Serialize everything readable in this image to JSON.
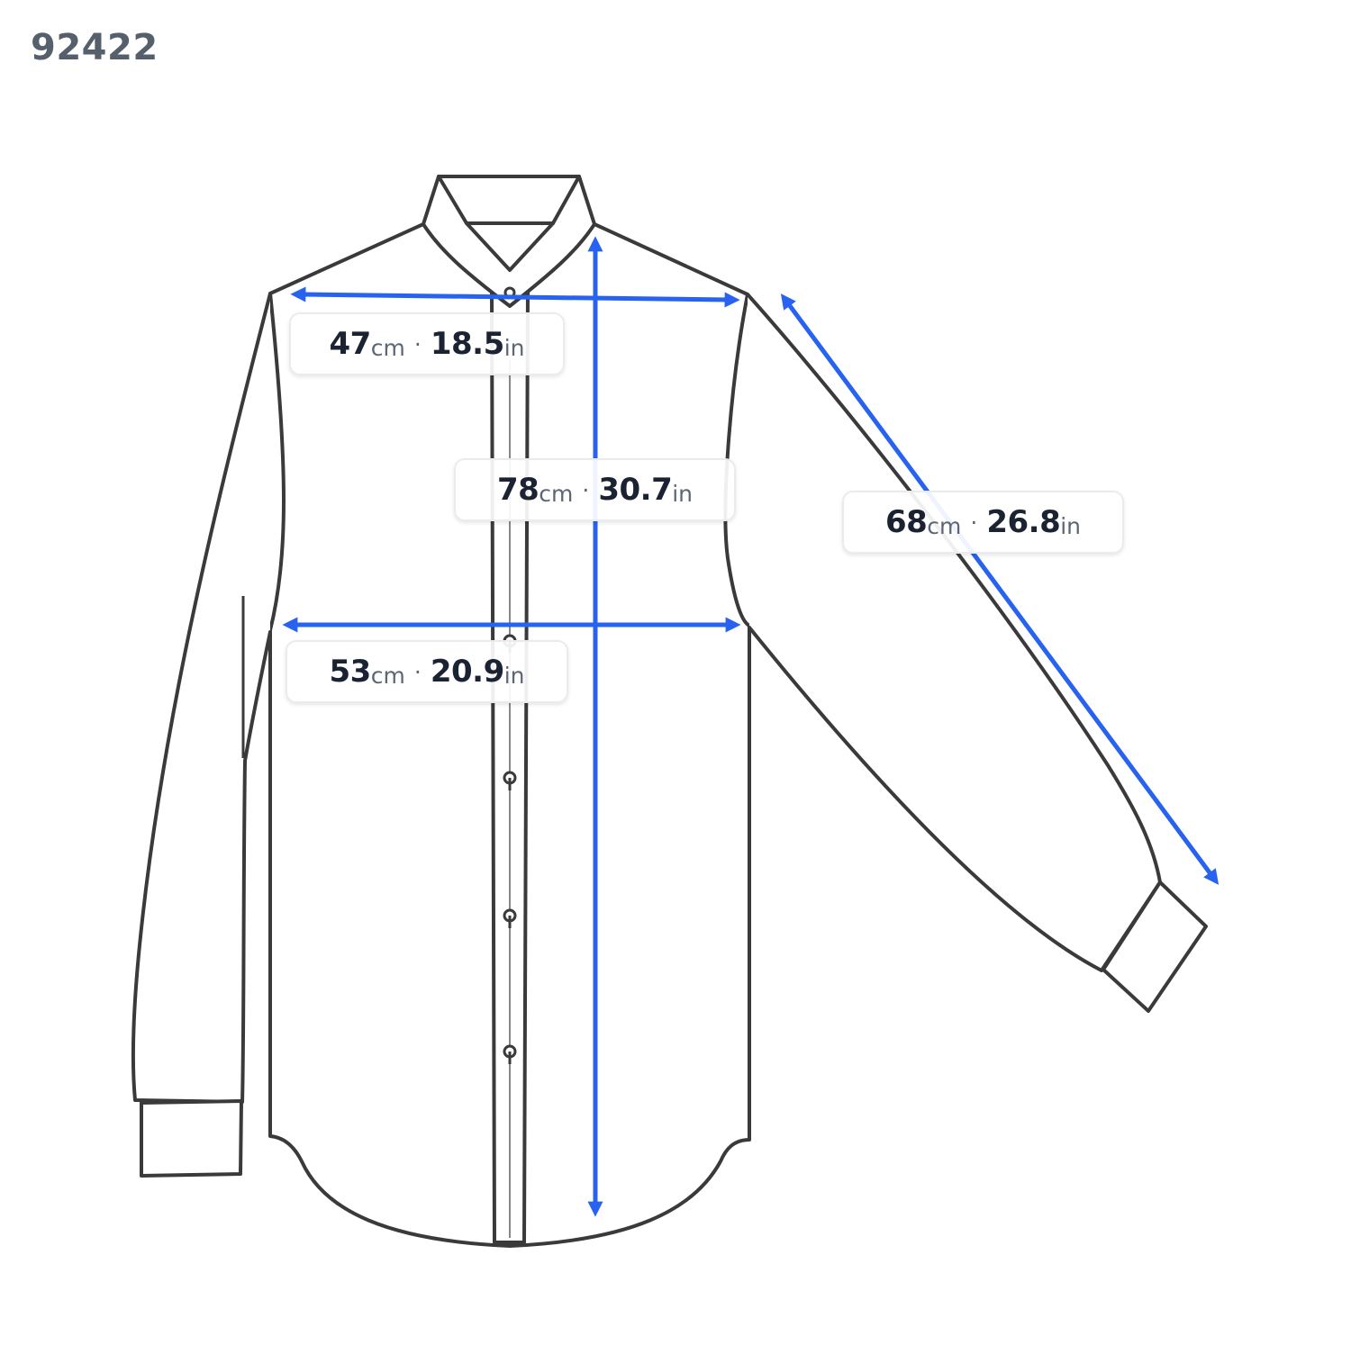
{
  "product_code": "92422",
  "colors": {
    "outline": "#3a3a3a",
    "arrow": "#2762f0",
    "label_text": "#1b2231",
    "unit_text": "#5d6675",
    "product_code": "#56606c"
  },
  "measurements": {
    "chest": {
      "cm": "47",
      "cm_unit": "cm",
      "separator": "·",
      "inches": "18.5",
      "in_unit": "in"
    },
    "length": {
      "cm": "78",
      "cm_unit": "cm",
      "separator": "·",
      "inches": "30.7",
      "in_unit": "in"
    },
    "sleeve": {
      "cm": "68",
      "cm_unit": "cm",
      "separator": "·",
      "inches": "26.8",
      "in_unit": "in"
    },
    "waist": {
      "cm": "53",
      "cm_unit": "cm",
      "separator": "·",
      "inches": "20.9",
      "in_unit": "in"
    }
  }
}
